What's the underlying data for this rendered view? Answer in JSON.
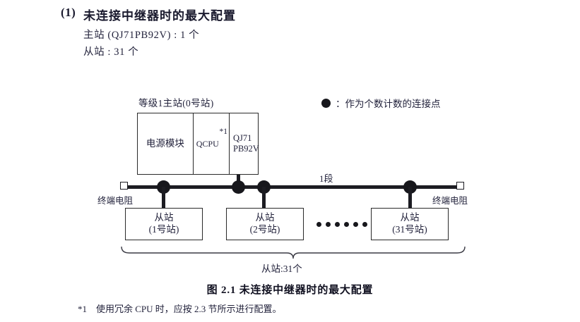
{
  "heading": {
    "number": "(1)",
    "title": "未连接中继器时的最大配置"
  },
  "specs": {
    "master": "主站 (QJ71PB92V) : 1 个",
    "slave": "从站 : 31 个"
  },
  "legend": {
    "symbol": "●",
    "text": "：作为个数计数的连接点"
  },
  "diagram": {
    "rack_label": "等级1主站(0号站)",
    "rack_cells": {
      "power": "电源模块",
      "cpu": "QCPU",
      "cpu_footnote": "*1",
      "master_line1": "QJ71",
      "master_line2": "PB92V"
    },
    "segment_label": "1段",
    "terminator_left": "终端电阻",
    "terminator_right": "终端电阻",
    "slaves": [
      {
        "name": "从站",
        "station": "(1号站)"
      },
      {
        "name": "从站",
        "station": "(2号站)"
      },
      {
        "name": "从站",
        "station": "(31号站)"
      }
    ],
    "brace_label": "从站:31个"
  },
  "caption": "图 2.1  未连接中继器时的最大配置",
  "footnote": {
    "label": "*1",
    "text": "使用冗余 CPU 时，应按 2.3 节所示进行配置。"
  }
}
